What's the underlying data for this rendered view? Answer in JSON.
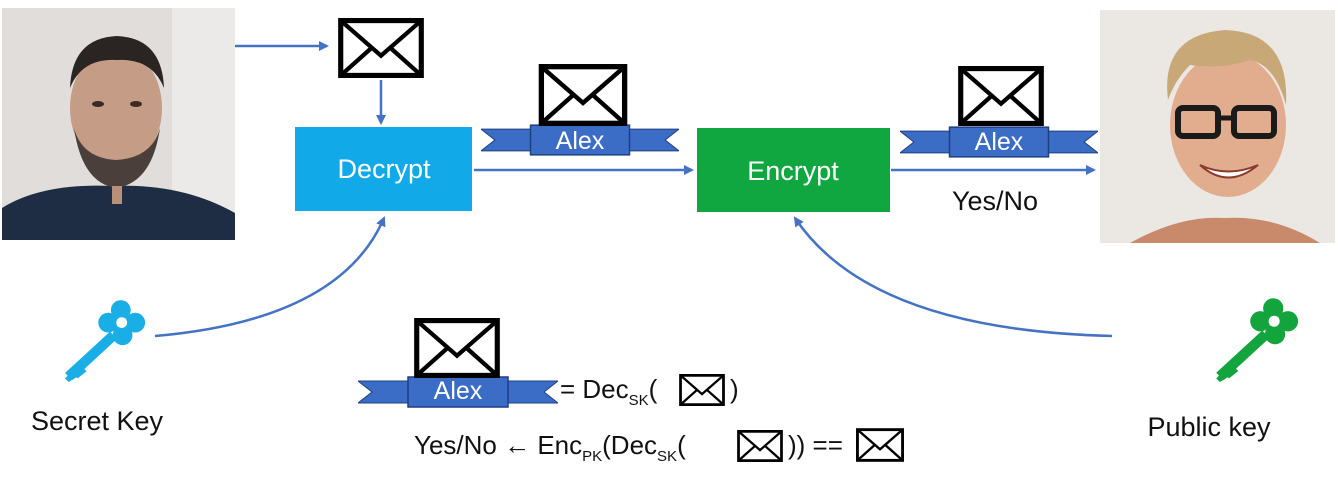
{
  "colors": {
    "decrypt_box": "#12A9E8",
    "encrypt_box": "#10A640",
    "arrow": "#4472C4",
    "ribbon": "#3B6CC6",
    "secret_key": "#1AAEE6",
    "public_key": "#13A43D"
  },
  "decrypt": {
    "label": "Decrypt"
  },
  "encrypt": {
    "label": "Encrypt"
  },
  "ribbons": {
    "middle": "Alex",
    "right": "Alex",
    "formula": "Alex"
  },
  "result_text": "Yes/No",
  "secret_key": {
    "label": "Secret Key",
    "icon": "key-icon"
  },
  "public_key": {
    "label": "Public key",
    "icon": "key-icon"
  },
  "formula1": {
    "eq": "= Dec",
    "sub": "SK",
    "open": "(",
    "close": ")"
  },
  "formula2": {
    "lhs": "Yes/No ← Enc",
    "enc_sub": "PK",
    "dec_open": "(Dec",
    "dec_sub": "SK",
    "open": "(",
    "close": ")) =="
  }
}
